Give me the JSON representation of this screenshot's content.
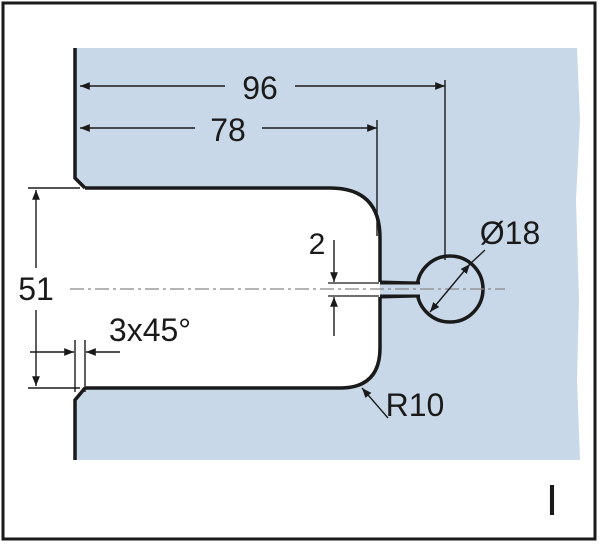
{
  "drawing": {
    "dimensions": {
      "width_to_hole_center": "96",
      "width_to_cutout_edge": "78",
      "cutout_height": "51",
      "slot_width": "2",
      "hole_diameter": "Ø18",
      "chamfer": "3x45°",
      "corner_radius": "R10"
    },
    "view_marker": "I",
    "colors": {
      "glass_fill": "#c9d8e8",
      "outline": "#1a1a1a",
      "frame": "#1a1a1a",
      "background": "#ffffff"
    }
  }
}
